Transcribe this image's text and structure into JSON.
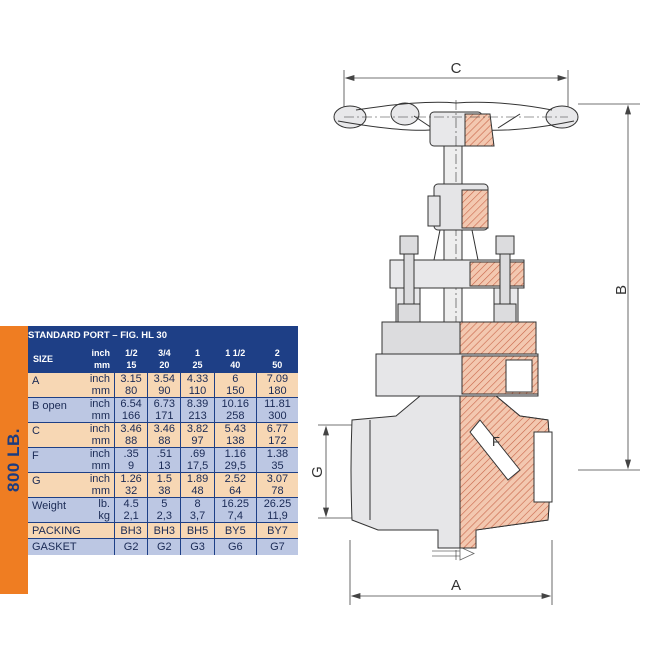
{
  "table": {
    "side_label": "800 LB.",
    "title": "STANDARD PORT – FIG. HL 30",
    "header": {
      "size": "SIZE",
      "units": [
        "inch",
        "mm"
      ],
      "sizes": [
        [
          "1/2",
          "15"
        ],
        [
          "3/4",
          "20"
        ],
        [
          "1",
          "25"
        ],
        [
          "1 1/2",
          "40"
        ],
        [
          "2",
          "50"
        ]
      ]
    },
    "rows": [
      {
        "name": "A",
        "units": [
          "inch",
          "mm"
        ],
        "values": [
          [
            "3.15",
            "80"
          ],
          [
            "3.54",
            "90"
          ],
          [
            "4.33",
            "110"
          ],
          [
            "6",
            "150"
          ],
          [
            "7.09",
            "180"
          ]
        ]
      },
      {
        "name": "B open",
        "units": [
          "inch",
          "mm"
        ],
        "values": [
          [
            "6.54",
            "166"
          ],
          [
            "6.73",
            "171"
          ],
          [
            "8.39",
            "213"
          ],
          [
            "10.16",
            "258"
          ],
          [
            "11.81",
            "300"
          ]
        ]
      },
      {
        "name": "C",
        "units": [
          "inch",
          "mm"
        ],
        "values": [
          [
            "3.46",
            "88"
          ],
          [
            "3.46",
            "88"
          ],
          [
            "3.82",
            "97"
          ],
          [
            "5.43",
            "138"
          ],
          [
            "6.77",
            "172"
          ]
        ]
      },
      {
        "name": "F",
        "units": [
          "inch",
          "mm"
        ],
        "values": [
          [
            ".35",
            "9"
          ],
          [
            ".51",
            "13"
          ],
          [
            ".69",
            "17,5"
          ],
          [
            "1.16",
            "29,5"
          ],
          [
            "1.38",
            "35"
          ]
        ]
      },
      {
        "name": "G",
        "units": [
          "inch",
          "mm"
        ],
        "values": [
          [
            "1.26",
            "32"
          ],
          [
            "1.5",
            "38"
          ],
          [
            "1.89",
            "48"
          ],
          [
            "2.52",
            "64"
          ],
          [
            "3.07",
            "78"
          ]
        ]
      },
      {
        "name": "Weight",
        "units": [
          "lb.",
          "kg"
        ],
        "values": [
          [
            "4.5",
            "2,1"
          ],
          [
            "5",
            "2,3"
          ],
          [
            "8",
            "3,7"
          ],
          [
            "16.25",
            "7,4"
          ],
          [
            "26.25",
            "11,9"
          ]
        ]
      }
    ],
    "packing": {
      "name": "PACKING",
      "values": [
        "BH3",
        "BH3",
        "BH5",
        "BY5",
        "BY7"
      ]
    },
    "gasket": {
      "name": "GASKET",
      "values": [
        "G2",
        "G2",
        "G3",
        "G6",
        "G7"
      ]
    }
  },
  "drawing": {
    "labels": {
      "A": "A",
      "B": "B",
      "C": "C",
      "F": "F",
      "G": "G"
    }
  },
  "colors": {
    "navy": "#1e3f86",
    "orange": "#ef7d22",
    "peach": "#f7d7b4",
    "lavender": "#bcc7e3",
    "hatch": "#e6a07e"
  }
}
